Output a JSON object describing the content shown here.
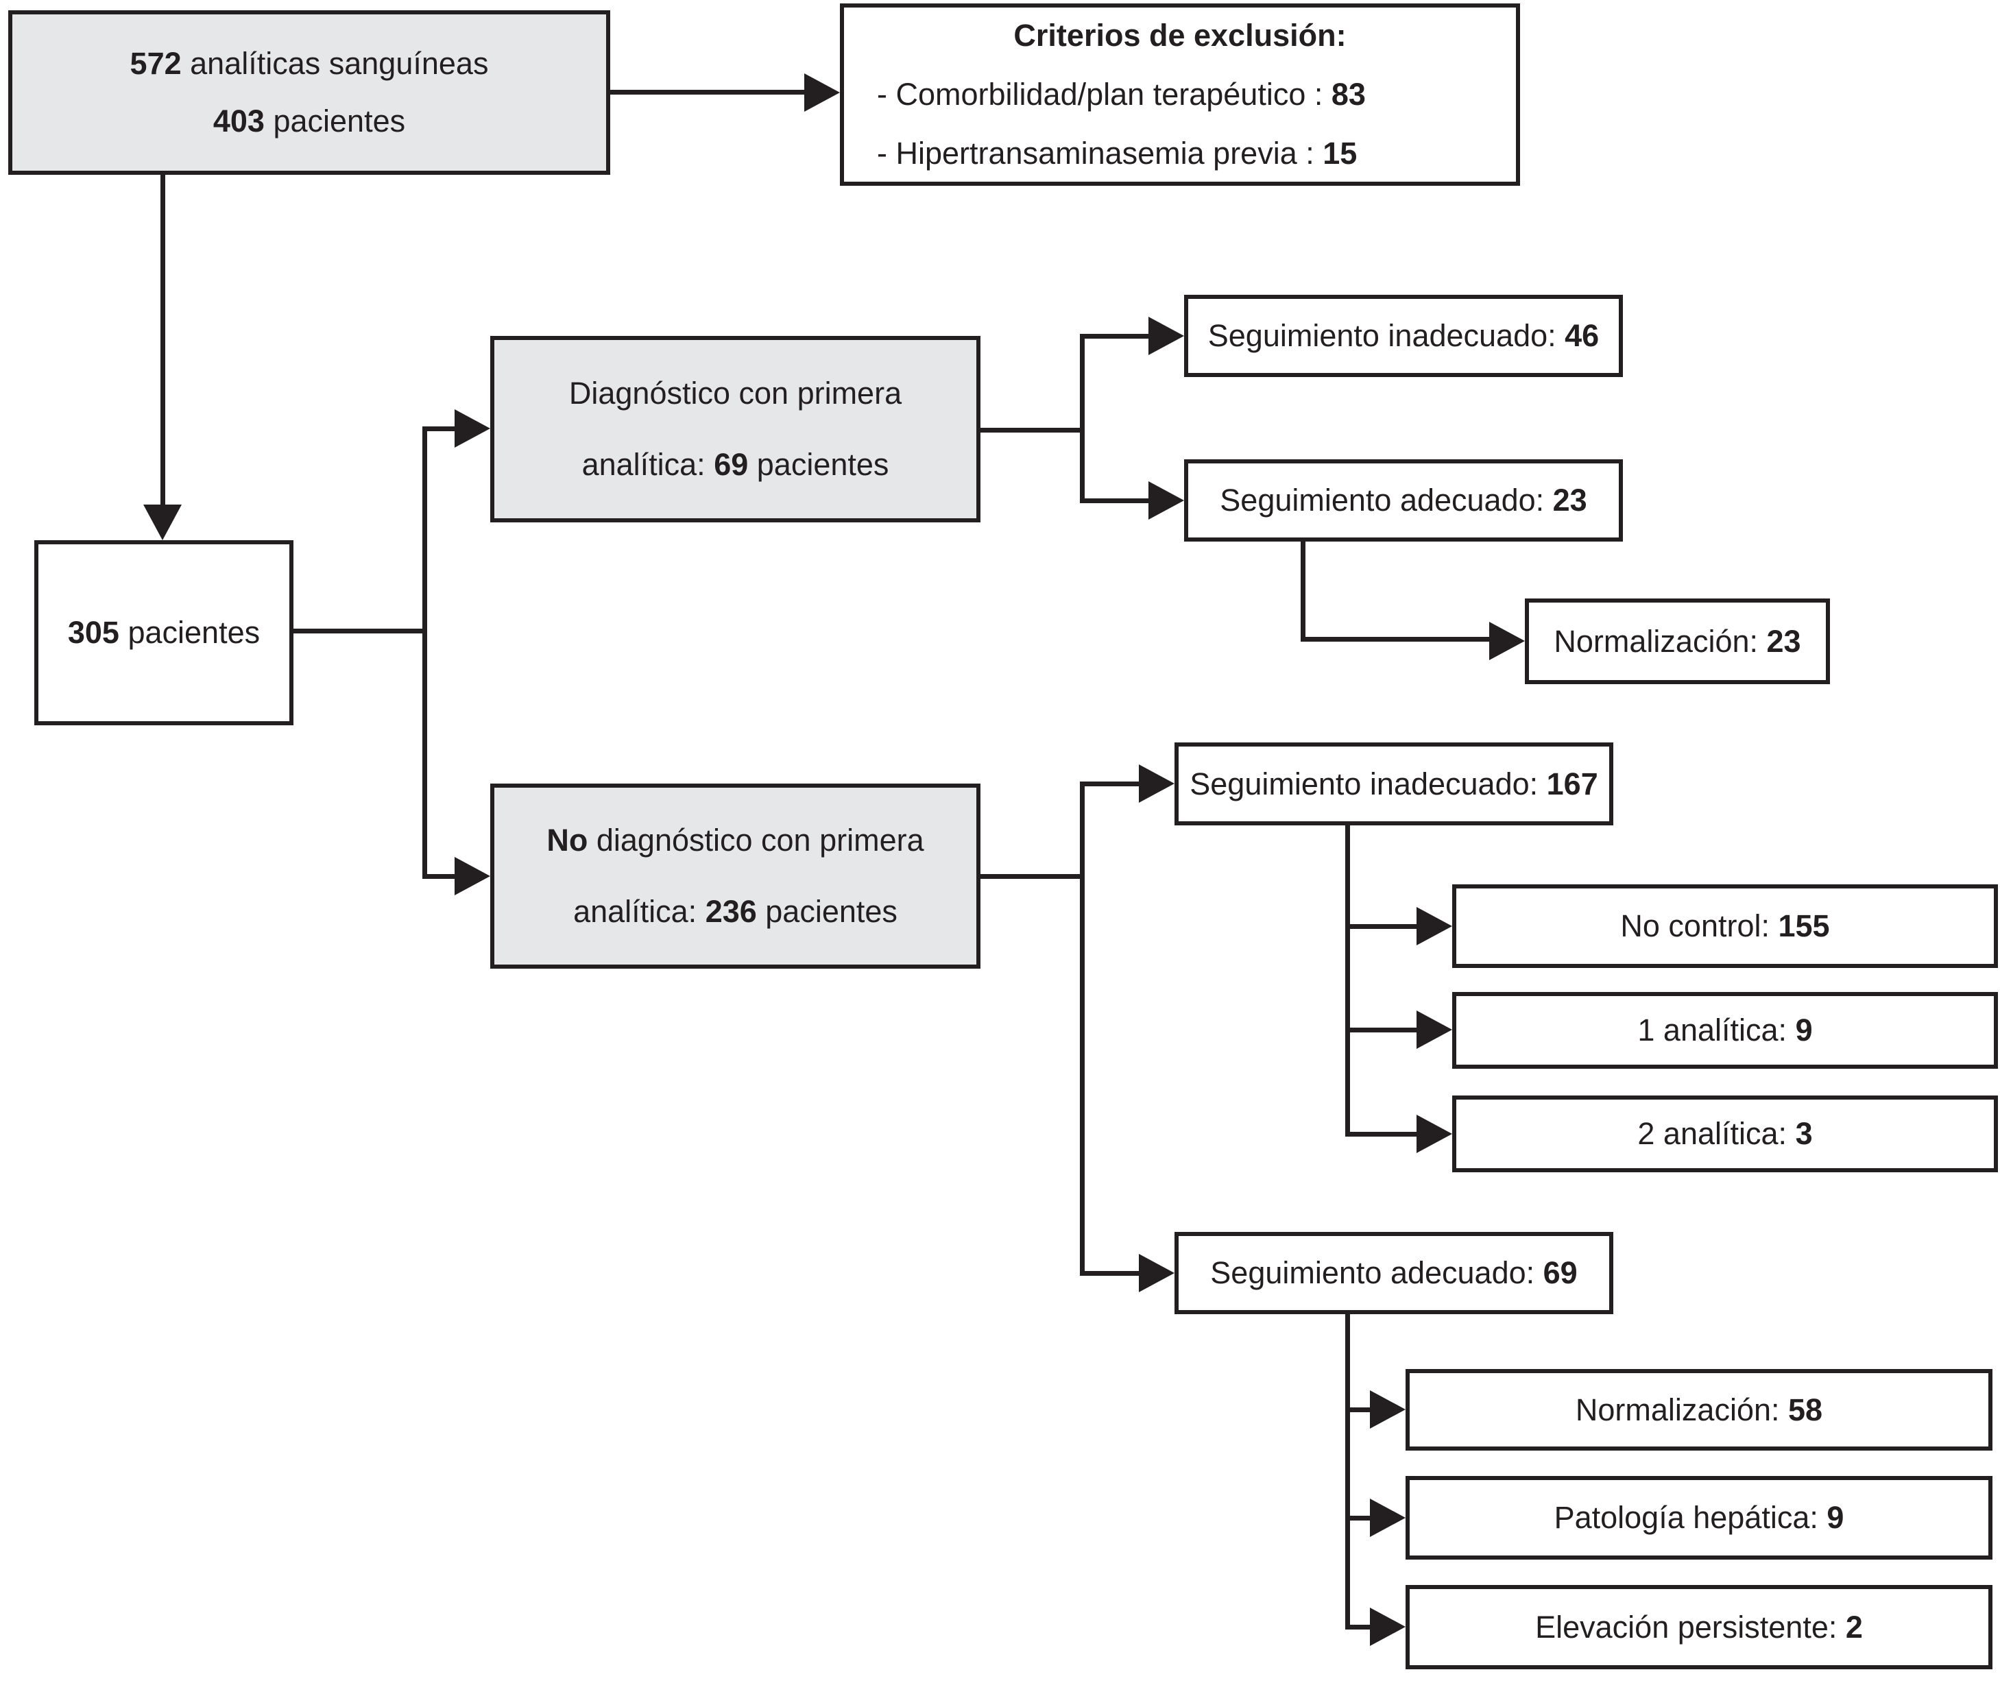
{
  "diagram": {
    "type": "flowchart",
    "language": "es",
    "colors": {
      "ink": "#231f20",
      "shaded_box_fill": "#e6e7e8",
      "plain_box_fill": "#ffffff",
      "background": "#ffffff"
    },
    "boxes": {
      "total": {
        "lines": [
          [
            {
              "text": "572",
              "bold": true
            },
            {
              "text": " analíticas sanguíneas",
              "bold": false
            }
          ],
          [
            {
              "text": "403",
              "bold": true
            },
            {
              "text": " pacientes",
              "bold": false
            }
          ]
        ]
      },
      "exclusion": {
        "title": "Criterios de exclusión:",
        "items": [
          [
            {
              "text": "- Comorbilidad/plan terapéutico : ",
              "bold": false
            },
            {
              "text": "83",
              "bold": true
            }
          ],
          [
            {
              "text": "- Hipertransaminasemia previa : ",
              "bold": false
            },
            {
              "text": "15",
              "bold": true
            }
          ]
        ]
      },
      "included": [
        {
          "text": "305",
          "bold": true
        },
        {
          "text": " pacientes",
          "bold": false
        }
      ],
      "diag_first": {
        "lines": [
          [
            {
              "text": "Diagnóstico con primera",
              "bold": false
            }
          ],
          [
            {
              "text": "analítica: ",
              "bold": false
            },
            {
              "text": "69",
              "bold": true
            },
            {
              "text": " pacientes",
              "bold": false
            }
          ]
        ]
      },
      "no_diag_first": {
        "lines": [
          [
            {
              "text": "No",
              "bold": true
            },
            {
              "text": " diagnóstico con primera",
              "bold": false
            }
          ],
          [
            {
              "text": "analítica: ",
              "bold": false
            },
            {
              "text": "236",
              "bold": true
            },
            {
              "text": " pacientes",
              "bold": false
            }
          ]
        ]
      },
      "seg_inadecuado_46": [
        {
          "text": "Seguimiento inadecuado: ",
          "bold": false
        },
        {
          "text": "46",
          "bold": true
        }
      ],
      "seg_adecuado_23": [
        {
          "text": "Seguimiento adecuado: ",
          "bold": false
        },
        {
          "text": "23",
          "bold": true
        }
      ],
      "normalizacion_23": [
        {
          "text": "Normalización: ",
          "bold": false
        },
        {
          "text": "23",
          "bold": true
        }
      ],
      "seg_inadecuado_167": [
        {
          "text": "Seguimiento inadecuado: ",
          "bold": false
        },
        {
          "text": "167",
          "bold": true
        }
      ],
      "seg_adecuado_69": [
        {
          "text": "Seguimiento adecuado: ",
          "bold": false
        },
        {
          "text": "69",
          "bold": true
        }
      ],
      "no_control": [
        {
          "text": "No control: ",
          "bold": false
        },
        {
          "text": "155",
          "bold": true
        }
      ],
      "una_analitica": [
        {
          "text": "1 analítica: ",
          "bold": false
        },
        {
          "text": "9",
          "bold": true
        }
      ],
      "dos_analitica": [
        {
          "text": "2 analítica: ",
          "bold": false
        },
        {
          "text": "3",
          "bold": true
        }
      ],
      "normalizacion_58": [
        {
          "text": "Normalización: ",
          "bold": false
        },
        {
          "text": "58",
          "bold": true
        }
      ],
      "patologia_hepatica": [
        {
          "text": "Patología hepática: ",
          "bold": false
        },
        {
          "text": "9",
          "bold": true
        }
      ],
      "elevacion_persistente": [
        {
          "text": "Elevación persistente: ",
          "bold": false
        },
        {
          "text": "2",
          "bold": true
        }
      ]
    }
  }
}
